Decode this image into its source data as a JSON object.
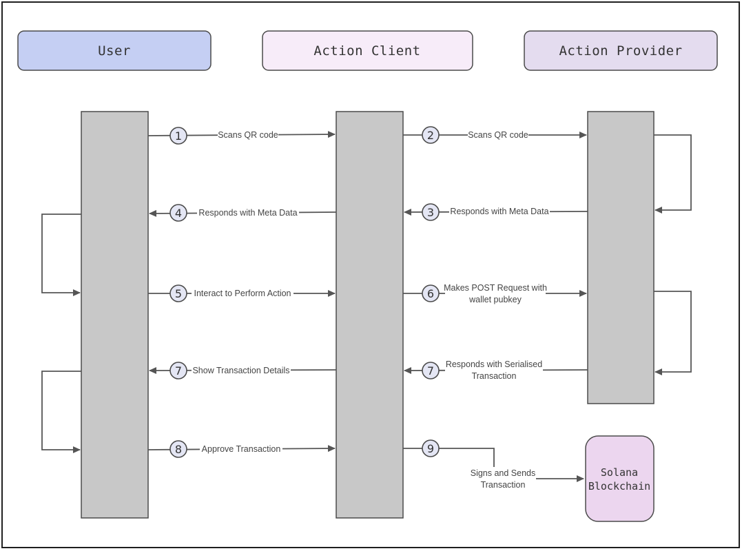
{
  "participants": {
    "user": {
      "label": "User",
      "color": "#c5cff3"
    },
    "client": {
      "label": "Action Client",
      "color": "#f7ecf9"
    },
    "provider": {
      "label": "Action Provider",
      "color": "#e4dcef"
    }
  },
  "steps": [
    {
      "number": "1",
      "label": "Scans QR code"
    },
    {
      "number": "2",
      "label": "Scans QR code"
    },
    {
      "number": "3",
      "label": "Responds with Meta Data"
    },
    {
      "number": "4",
      "label": "Responds with Meta Data"
    },
    {
      "number": "5",
      "label": "Interact to Perform Action"
    },
    {
      "number": "6",
      "label_line1": "Makes POST Request with",
      "label_line2": "wallet pubkey"
    },
    {
      "number": "7",
      "label": "Show Transaction Details"
    },
    {
      "number": "7",
      "label_line1": "Responds with Serialised",
      "label_line2": "Transaction"
    },
    {
      "number": "8",
      "label": "Approve Transaction"
    },
    {
      "number": "9",
      "label_line1": "Signs and Sends",
      "label_line2": "Transaction"
    }
  ],
  "blockchain": {
    "line1": "Solana",
    "line2": "Blockchain",
    "color": "#ecd6ef"
  }
}
